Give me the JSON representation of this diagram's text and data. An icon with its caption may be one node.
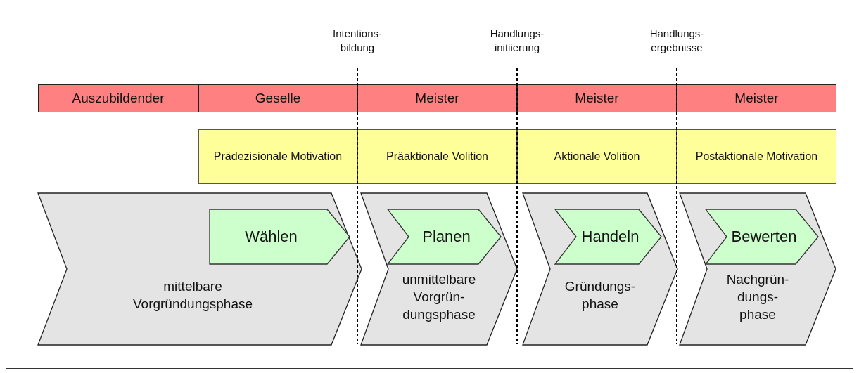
{
  "diagram": {
    "nodes": [
      {
        "text": [
          "Auszubildender"
        ]
      },
      {
        "text": [
          "Geselle"
        ]
      },
      {
        "text": [
          "Meister"
        ]
      },
      {
        "text": [
          "Meister"
        ]
      },
      {
        "text": [
          "Meister"
        ]
      },
      {
        "text": [
          "Prädezisionale Motivation"
        ]
      },
      {
        "text": [
          "Präaktionale Volition"
        ]
      },
      {
        "text": [
          "Aktionale Volition"
        ]
      },
      {
        "text": [
          "Postaktionale Motivation"
        ]
      },
      {
        "text": [
          "mittelbare Vorgründungsphase"
        ]
      },
      {
        "text": [
          "Wählen"
        ],
        "in": 9
      },
      {
        "text": [
          "unmittelbare Vorgrün- dungsphase"
        ]
      },
      {
        "text": [
          "Planen"
        ],
        "in": 11
      },
      {
        "text": [
          "Gründungs- phase"
        ]
      },
      {
        "text": [
          "Handeln"
        ],
        "in": 13
      },
      {
        "text": [
          "Nachgrün- dungs- phase"
        ]
      },
      {
        "text": [
          "Bewerten"
        ],
        "in": 15
      }
    ],
    "edges": [],
    "labels": [
      "Intentions- bildung",
      "Handlungs- initiierung",
      "Handlungs- ergebnisse"
    ]
  }
}
